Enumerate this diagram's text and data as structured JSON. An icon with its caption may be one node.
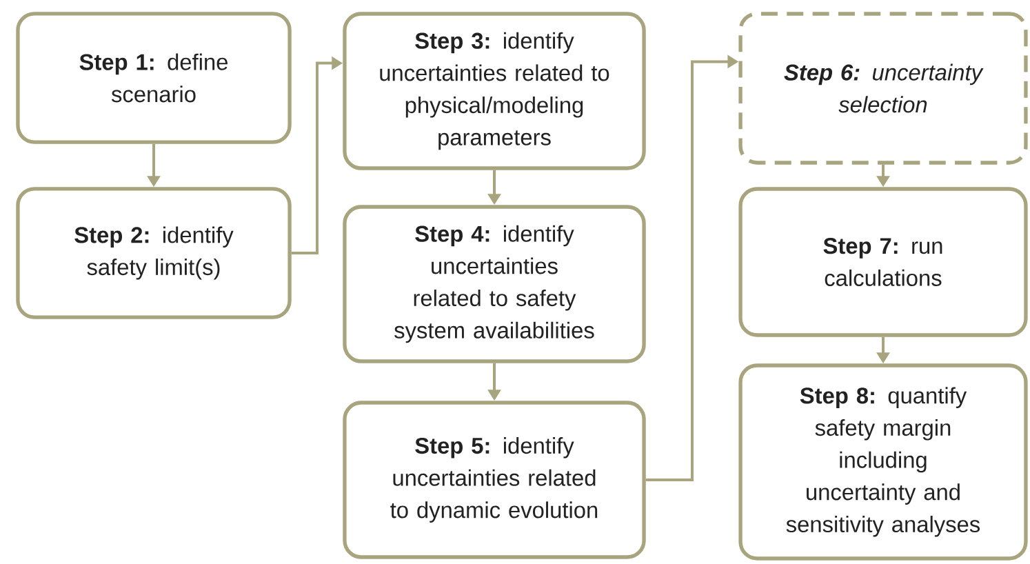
{
  "diagram": {
    "nodes": [
      {
        "text": [
          "**Step 1:** define scenario"
        ]
      },
      {
        "text": [
          "**Step 2:** identify safety limit(s)"
        ]
      },
      {
        "text": [
          "**Step 3:** identify uncertainties related to physical/modeling parameters"
        ]
      },
      {
        "text": [
          "**Step 4:** identify uncertainties related to safety system availabilities"
        ]
      },
      {
        "text": [
          "**Step 5:** identify uncertainties related to dynamic evolution"
        ]
      },
      {
        "text": [
          "**Step 6:** uncertainty selection"
        ]
      },
      {
        "text": [
          "**Step 7:** run calculations"
        ]
      },
      {
        "text": [
          "**Step 8:** quantify safety margin including uncertainty and sensitivity analyses"
        ]
      }
    ],
    "edges": [
      {
        "from": 0,
        "to": 1,
        "arrow": "to"
      },
      {
        "from": 1,
        "to": 2,
        "arrow": "to"
      },
      {
        "from": 2,
        "to": 3,
        "arrow": "to"
      },
      {
        "from": 3,
        "to": 4,
        "arrow": "to"
      },
      {
        "from": 4,
        "to": 5,
        "arrow": "to"
      },
      {
        "from": 5,
        "to": 6,
        "arrow": "to"
      },
      {
        "from": 6,
        "to": 7,
        "arrow": "to"
      }
    ]
  }
}
